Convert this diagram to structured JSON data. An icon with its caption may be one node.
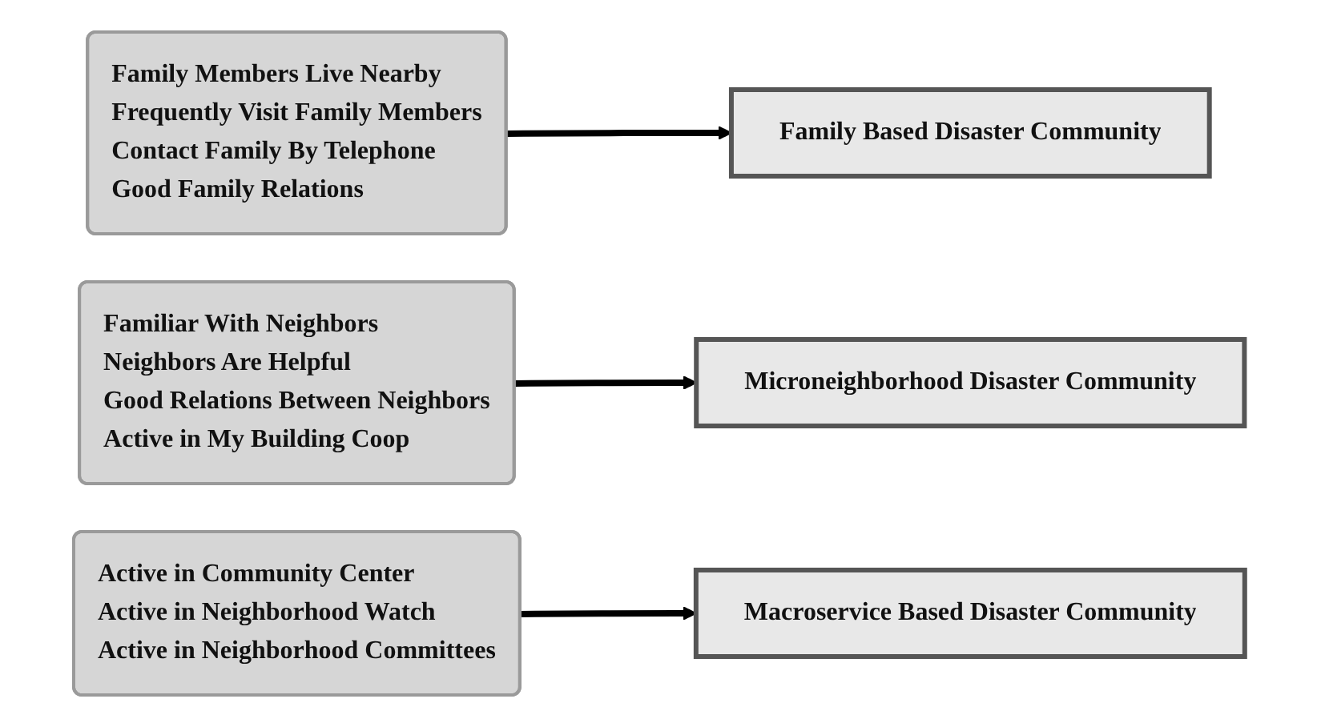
{
  "diagram": {
    "nodes": [
      {
        "text": [
          "Family Members Live Nearby",
          "Frequently Visit Family Members",
          "Contact Family By Telephone",
          "Good Family Relations"
        ]
      },
      {
        "text": [
          "Family Based Disaster Community"
        ]
      },
      {
        "text": [
          "Familiar With Neighbors",
          "Neighbors Are Helpful",
          "Good Relations Between Neighbors",
          "Active in My Building Coop"
        ]
      },
      {
        "text": [
          "Microneighborhood Disaster Community"
        ]
      },
      {
        "text": [
          "Active in Community Center",
          "Active in Neighborhood Watch",
          "Active in Neighborhood Committees"
        ]
      },
      {
        "text": [
          "Macroservice Based Disaster Community"
        ]
      }
    ],
    "edges": [
      {
        "from": 0,
        "to": 1,
        "arrow": "to"
      },
      {
        "from": 2,
        "to": 3,
        "arrow": "to"
      },
      {
        "from": 4,
        "to": 5,
        "arrow": "to"
      }
    ]
  }
}
